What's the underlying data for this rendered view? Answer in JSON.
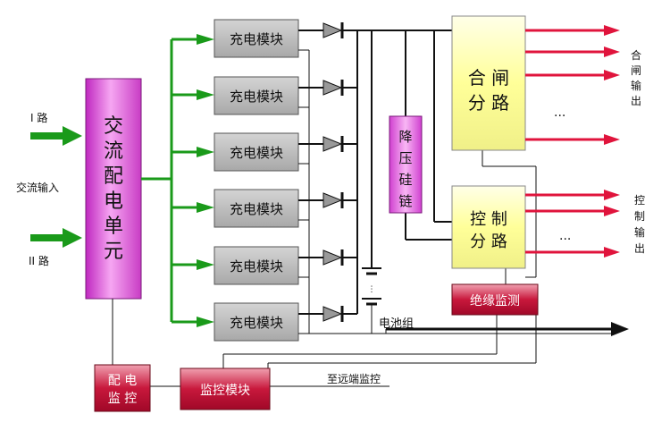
{
  "input": {
    "line1": "I 路",
    "line2": "II 路",
    "label": "交流输入"
  },
  "ac_distribution": {
    "label_chars": [
      "交",
      "流",
      "配",
      "电",
      "单",
      "元"
    ]
  },
  "charging_modules": [
    "充电模块",
    "充电模块",
    "充电模块",
    "充电模块",
    "充电模块",
    "充电模块"
  ],
  "dropping_diode": {
    "label_chars": [
      "降",
      "压",
      "硅",
      "链"
    ]
  },
  "closing_branch": {
    "line1": "合 闸",
    "line2": "分 路"
  },
  "closing_output": {
    "label_chars": [
      "合",
      "闸",
      "输",
      "出"
    ]
  },
  "control_branch": {
    "line1": "控 制",
    "line2": "分 路"
  },
  "control_output": {
    "label_chars": [
      "控",
      "制",
      "输",
      "出"
    ]
  },
  "insulation_monitor": "绝缘监测",
  "battery": "电池组",
  "power_monitor": {
    "line1": "配 电",
    "line2": "监 控"
  },
  "monitor_module": "监控模块",
  "remote": "至远端监控",
  "ellipsis": "···",
  "colors": {
    "green": "#1a9a1a",
    "red": "#e0143c",
    "pink_box": "#e060dc",
    "yellow_box": "#ffffb0",
    "module_box": "#c0c0c0",
    "dark_red_box": "#c01030"
  }
}
